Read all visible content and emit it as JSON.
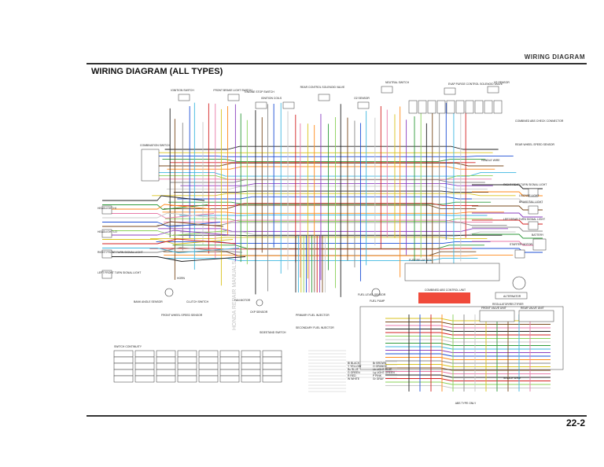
{
  "header": {
    "section": "WIRING DIAGRAM",
    "title": "WIRING DIAGRAM (ALL TYPES)",
    "page": "22-2"
  },
  "watermark": "HONDA REPAIR MANUALS",
  "labels": {
    "ignition_switch": "IGNITION SWITCH",
    "front_brake_light_switch": "FRONT BRAKE LIGHT SWITCH",
    "engine_stop_switch": "ENGINE STOP SWITCH",
    "ignition_coils": "IGNITION COILS",
    "rear_brake_switch": "REAR CONTROL SOLENOID VALVE",
    "o2_sensor": "O2 SENSOR",
    "neutral_switch": "NEUTRAL SWITCH",
    "evap_purge": "EVAP PURGE CONTROL SOLENOID VALVE",
    "vs_sensor": "VS SENSOR",
    "combination_switch": "COMBINATION SWITCH",
    "combined_abs": "COMBINED ABS CHECK CONNECTOR",
    "rear_wheel_speed": "REAR WHEEL SPEED SENSOR",
    "handle_wire": "HANDLE WIRE",
    "right_rear_turn": "RIGHT REAR TURN SIGNAL LIGHT",
    "brake_tail_light": "BRAKE/TAIL LIGHT",
    "license_light": "LICENSE LIGHT",
    "left_rear_turn": "LEFT REAR TURN SIGNAL LIGHT",
    "starter_motor": "STARTER MOTOR",
    "battery": "BATTERY",
    "headlight_hi": "HEADLIGHT HI",
    "headlight_lo": "HEADLIGHT LO",
    "right_front_turn": "RIGHT FRONT TURN SIGNAL LIGHT",
    "left_front_turn": "LEFT FRONT TURN SIGNAL LIGHT",
    "bank_angle": "BANK ANGLE SENSOR",
    "horn": "HORN",
    "clutch_switch": "CLUTCH SWITCH",
    "front_wheel_speed": "FRONT WHEEL SPEED SENSOR",
    "fuel_pump": "FUEL PUMP",
    "fuel_level": "FUEL LEVEL SENSOR",
    "fan_motor": "FAN MOTOR",
    "ckp_sensor": "CKP SENSOR",
    "primary_inj": "PRIMARY FUEL INJECTOR",
    "secondary_inj": "SECONDARY FUEL INJECTOR",
    "sidestand_switch": "SIDESTAND SWITCH",
    "alternator": "ALTERNATOR",
    "regulator": "REGULATOR/RECTIFIER",
    "combined_abs_unit": "COMBINED ABS CONTROL UNIT",
    "front_valve_unit": "FRONT VALVE UNIT",
    "rear_valve_unit": "REAR VALVE UNIT",
    "fuse_relay_box": "FUSE/RELAY BOX",
    "switch_continuity": "SWITCH CONTINUITY",
    "abs_type_only": "ABS TYPE ONLY",
    "single_wire": "SINGLE WIRE"
  },
  "color_codes": [
    {
      "code": "Bl",
      "name": "BLACK"
    },
    {
      "code": "Y",
      "name": "YELLOW"
    },
    {
      "code": "Bu",
      "name": "BLUE"
    },
    {
      "code": "G",
      "name": "GREEN"
    },
    {
      "code": "R",
      "name": "RED"
    },
    {
      "code": "W",
      "name": "WHITE"
    },
    {
      "code": "Br",
      "name": "BROWN"
    },
    {
      "code": "O",
      "name": "ORANGE"
    },
    {
      "code": "Lb",
      "name": "LIGHT BLUE"
    },
    {
      "code": "Lg",
      "name": "LIGHT GREEN"
    },
    {
      "code": "P",
      "name": "PINK"
    },
    {
      "code": "Gr",
      "name": "GRAY"
    }
  ],
  "wire_colors": {
    "black": "#222222",
    "yellow": "#d9c21c",
    "blue": "#1e4fd6",
    "green": "#2e9a3a",
    "red": "#d32020",
    "white": "#c8c8c8",
    "brown": "#7a4a1e",
    "orange": "#ff8a1a",
    "lightblue": "#3fb7e0",
    "lightgreen": "#8bd15a",
    "pink": "#e87aa8",
    "gray": "#8a8a8a",
    "purple": "#8a3fbf"
  },
  "highlight_color": "#f04a3a"
}
